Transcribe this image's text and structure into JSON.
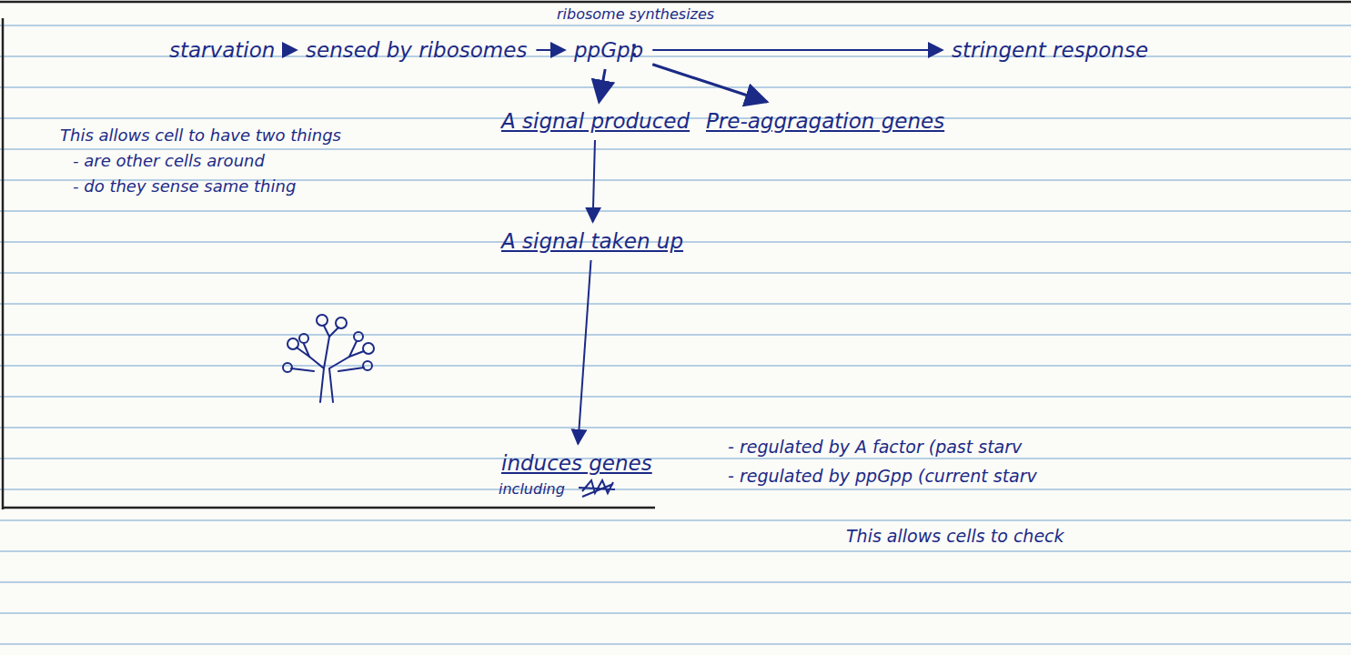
{
  "diagram": {
    "nodes": [
      {
        "text": [
          "starvation"
        ]
      },
      {
        "text": [
          "sensed by ribosomes"
        ]
      },
      {
        "text": [
          "ppGpp"
        ]
      },
      {
        "text": [
          "stringent response"
        ]
      },
      {
        "text": [
          "A signal produced"
        ]
      },
      {
        "text": [
          "Pre-aggragation genes"
        ]
      },
      {
        "text": [
          "A signal taken up"
        ]
      },
      {
        "text": [
          "induces genes"
        ]
      }
    ],
    "edges": [
      {
        "from": 0,
        "to": 1,
        "arrow": "to"
      },
      {
        "from": 1,
        "to": 2,
        "arrow": "to"
      },
      {
        "from": 2,
        "to": 3,
        "arrow": "to"
      },
      {
        "from": 2,
        "to": 4,
        "arrow": "to"
      },
      {
        "from": 2,
        "to": 5,
        "arrow": "to"
      },
      {
        "from": 4,
        "to": 6,
        "arrow": "to"
      },
      {
        "from": 6,
        "to": 7,
        "arrow": "to"
      }
    ],
    "labels": [
      "ribosome synthesizes",
      "This allows cell to have two things",
      "- are other cells around",
      "- do they sense same thing",
      "- regulated by A factor (past starv",
      "- regulated by ppGpp (current starv",
      "including",
      "This allows cells to check"
    ]
  }
}
